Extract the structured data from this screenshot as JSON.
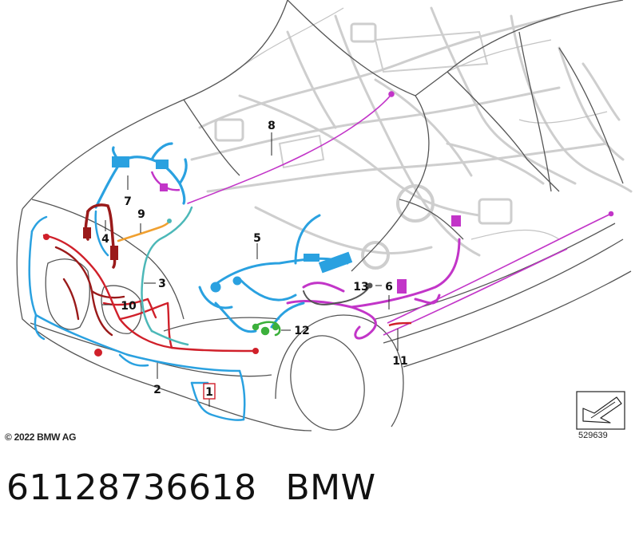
{
  "diagram": {
    "callouts": [
      "1",
      "2",
      "3",
      "4",
      "5",
      "6",
      "7",
      "8",
      "9",
      "10",
      "11",
      "12",
      "13"
    ],
    "highlighted_callout": "1",
    "colors": {
      "outline": "#555555",
      "ghost": "#c9c9c9",
      "blue": "#2aa1e0",
      "red": "#d0202a",
      "darkred": "#9a1a1a",
      "teal": "#4cb8b8",
      "magenta": "#c235c8",
      "orange": "#f0a030",
      "green": "#3cb03c",
      "darkgray": "#555555",
      "highlight_box": "#d0202a"
    },
    "icons": [
      "arrow-direction-icon"
    ]
  },
  "footer": {
    "copyright": "© 2022 BMW AG",
    "drawing_number": "529639"
  },
  "part": {
    "number": "61128736618",
    "brand": "BMW"
  }
}
